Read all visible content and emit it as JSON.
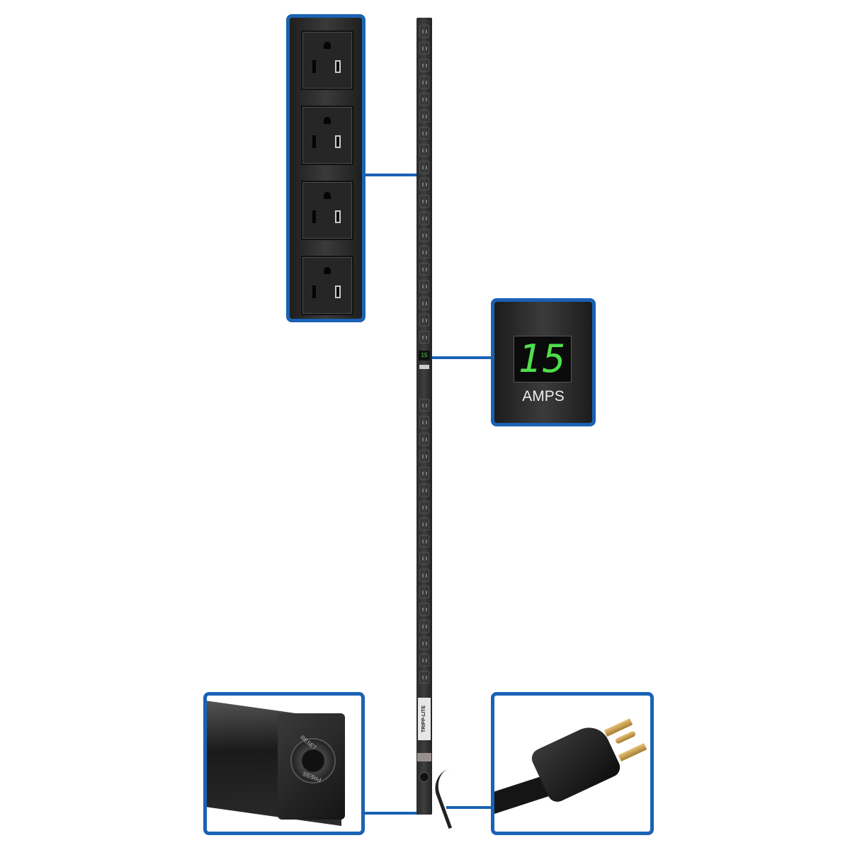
{
  "display": {
    "reading": "15",
    "unit": "AMPS"
  },
  "strip": {
    "brand_logo": "TRIPP-LITE",
    "display_reading": "15"
  },
  "breaker": {
    "label_top": "RESET",
    "label_bottom": "PRESS"
  },
  "colors": {
    "callout_border": "#1a62b4",
    "display_digits": "#4ee04a",
    "strip_body": "#2b2b2b"
  }
}
